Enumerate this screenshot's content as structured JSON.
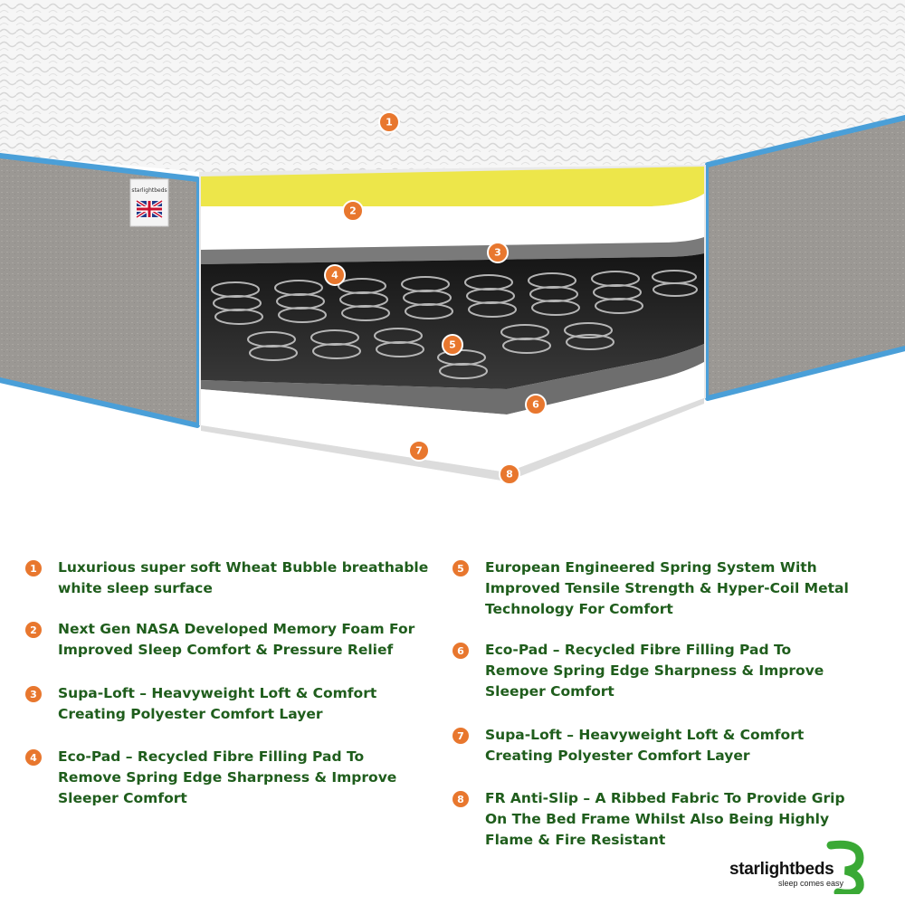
{
  "markers": [
    "1",
    "2",
    "3",
    "4",
    "5",
    "6",
    "7",
    "8"
  ],
  "label_text": "starlightbeds",
  "legend": [
    {
      "num": "1",
      "text": "Luxurious super soft Wheat Bubble breathable\nwhite sleep surface"
    },
    {
      "num": "2",
      "text": "Next Gen NASA Developed Memory Foam For\nImproved Sleep Comfort & Pressure Relief"
    },
    {
      "num": "3",
      "text": "Supa-Loft – Heavyweight  Loft & Comfort\nCreating Polyester Comfort Layer"
    },
    {
      "num": "4",
      "text": "Eco-Pad – Recycled Fibre Filling Pad To\nRemove Spring Edge Sharpness & Improve\nSleeper Comfort"
    },
    {
      "num": "5",
      "text": "European Engineered Spring System With\nImproved Tensile Strength & Hyper-Coil Metal\nTechnology For Comfort"
    },
    {
      "num": "6",
      "text": "Eco-Pad – Recycled Fibre Filling Pad To\nRemove Spring Edge Sharpness & Improve\nSleeper Comfort"
    },
    {
      "num": "7",
      "text": "Supa-Loft – Heavyweight  Loft & Comfort\nCreating Polyester Comfort Layer"
    },
    {
      "num": "8",
      "text": "FR Anti-Slip – A Ribbed Fabric To Provide Grip\nOn The Bed Frame Whilst Also Being Highly\nFlame & Fire Resistant"
    }
  ],
  "brand": {
    "name": "starlightbeds",
    "tagline": "sleep comes easy"
  },
  "colors": {
    "accent": "#e8772e",
    "text": "#1f5d1c",
    "piping": "#4a9fd8",
    "foam": "#ede64a"
  }
}
